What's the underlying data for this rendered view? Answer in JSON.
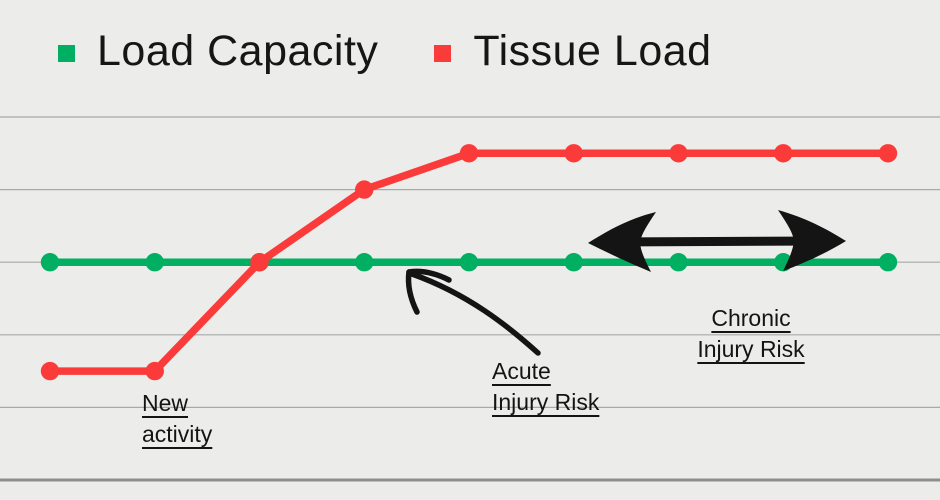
{
  "legend": {
    "items": [
      {
        "label": "Load Capacity",
        "color": "#00AF62"
      },
      {
        "label": "Tissue Load",
        "color": "#FB3A3A"
      }
    ]
  },
  "annotations": {
    "new_activity": {
      "line1": "New",
      "line2": "activity"
    },
    "acute": {
      "line1": "Acute",
      "line2": "Injury Risk"
    },
    "chronic": {
      "line1": "Chronic",
      "line2": "Injury Risk"
    }
  },
  "chart_data": {
    "type": "line",
    "title": "",
    "xlabel": "",
    "ylabel": "",
    "x": [
      1,
      2,
      3,
      4,
      5,
      6,
      7,
      8,
      9
    ],
    "series": [
      {
        "name": "Load Capacity",
        "color": "#00AF62",
        "values": [
          3,
          3,
          3,
          3,
          3,
          3,
          3,
          3,
          3
        ]
      },
      {
        "name": "Tissue Load",
        "color": "#FB3A3A",
        "values": [
          1.5,
          1.5,
          3,
          4,
          4.5,
          4.5,
          4.5,
          4.5,
          4.5
        ]
      }
    ],
    "ylim": [
      0,
      5.5
    ],
    "gridlines_y": [
      1,
      2,
      3,
      4,
      5
    ],
    "grid": true,
    "axis_tick_labels_visible": false,
    "legend_position": "top-left",
    "annotations": [
      "New activity (arrow region: start of Tissue Load rise)",
      "Acute Injury Risk (hand-drawn arrow pointing to Load Capacity line where Tissue Load exceeds it)",
      "Chronic Injury Risk (double-headed arrow along plateau where Tissue Load stays above Load Capacity)"
    ]
  },
  "colors": {
    "background": "#ECECEA",
    "gridline": "#A9A9A9",
    "axis_line": "#8E8E8E",
    "ink": "#141414"
  }
}
